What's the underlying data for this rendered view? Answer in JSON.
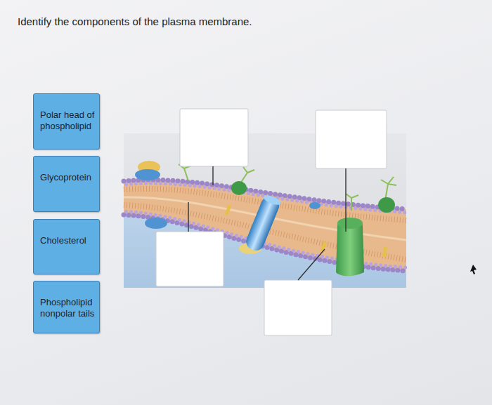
{
  "diagram": {
    "title": "Identify the components of the plasma membrane.",
    "nodes": [
      {
        "text": [
          "Polar head of phospholipid"
        ]
      },
      {
        "text": [
          "Glycoprotein"
        ]
      },
      {
        "text": [
          "Cholesterol"
        ]
      },
      {
        "text": [
          "Phospholipid nonpolar tails"
        ]
      }
    ]
  }
}
